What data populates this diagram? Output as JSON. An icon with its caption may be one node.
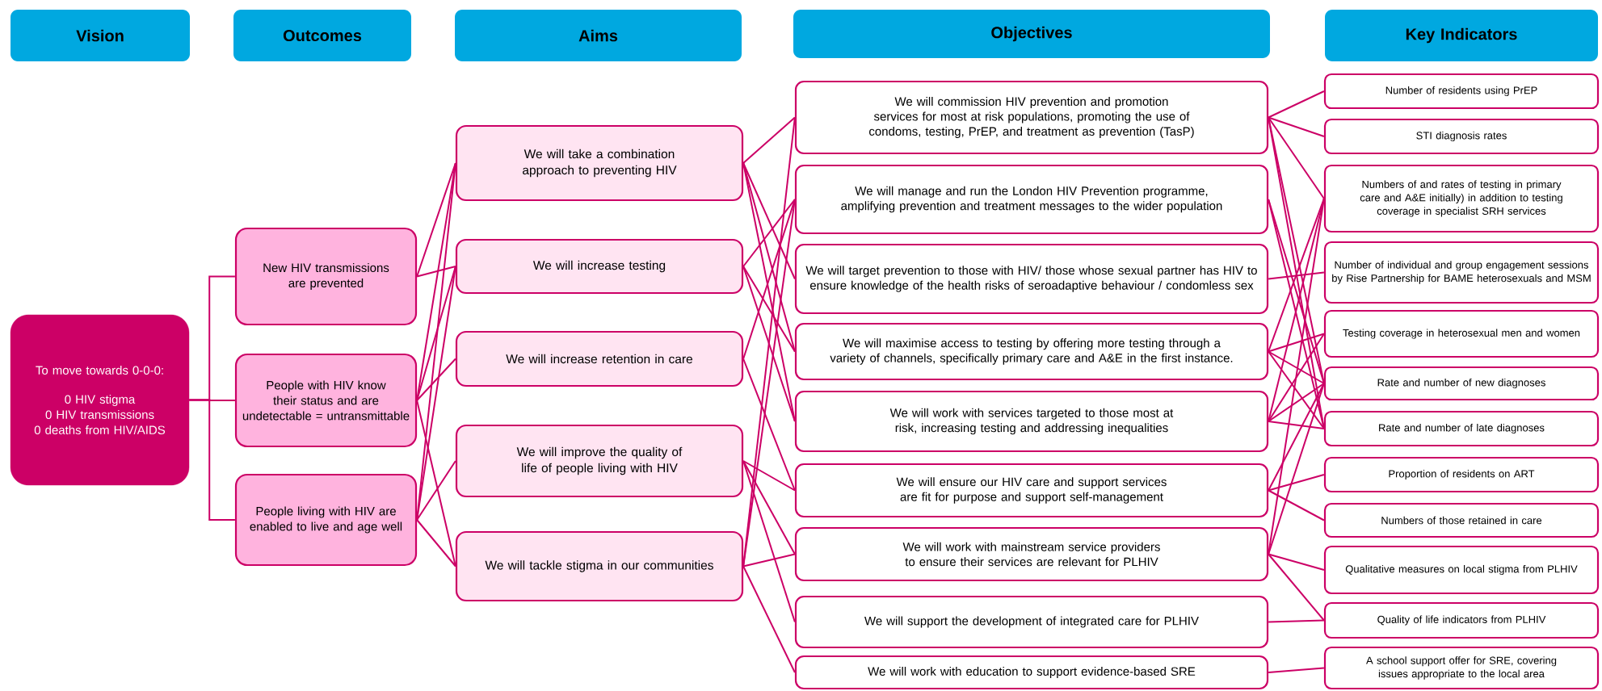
{
  "diagram": {
    "nodes": [
      {
        "text": [
          "Vision"
        ]
      },
      {
        "text": [
          "Outcomes"
        ]
      },
      {
        "text": [
          "Aims"
        ]
      },
      {
        "text": [
          "Objectives"
        ]
      },
      {
        "text": [
          "Key Indicators"
        ]
      },
      {
        "text": [
          "To move towards 0-0-0:",
          "0 HIV stigma",
          "0 HIV transmissions",
          "0 deaths from HIV/AIDS"
        ]
      },
      {
        "text": [
          "New HIV transmissions are prevented"
        ]
      },
      {
        "text": [
          "People with HIV know their status and are undetectable = untransmittable"
        ]
      },
      {
        "text": [
          "People living with HIV are enabled to live and age well"
        ]
      },
      {
        "text": [
          "We will take a combination approach to preventing HIV"
        ]
      },
      {
        "text": [
          "We will increase testing"
        ]
      },
      {
        "text": [
          "We will increase retention in care"
        ]
      },
      {
        "text": [
          "We will improve the quality of life of people living with HIV"
        ]
      },
      {
        "text": [
          "We will tackle stigma in our communities"
        ]
      },
      {
        "text": [
          "We will commission HIV prevention and promotion services for most at risk populations, promoting the use of condoms, testing, PrEP, and treatment as prevention (TasP)"
        ]
      },
      {
        "text": [
          "We will manage and run the London HIV Prevention programme, amplifying prevention and treatment messages to the wider population"
        ]
      },
      {
        "text": [
          "We will target prevention to those with HIV/ those whose sexual partner has HIV to ensure knowledge of the health risks of seroadaptive behaviour / condomless sex"
        ]
      },
      {
        "text": [
          "We will maximise access to testing by offering more testing through a variety of channels, specifically primary care and A&E in the first instance."
        ]
      },
      {
        "text": [
          "We will work with services targeted to those most at risk, increasing testing and addressing inequalities"
        ]
      },
      {
        "text": [
          "We will ensure our HIV care and support services are fit for purpose and support self-management"
        ]
      },
      {
        "text": [
          "We will work with mainstream service providers to ensure their services are relevant for PLHIV"
        ]
      },
      {
        "text": [
          "We will support the development of integrated care for PLHIV"
        ]
      },
      {
        "text": [
          "We will work with education to support evidence-based SRE"
        ]
      },
      {
        "text": [
          "Number of residents using PrEP"
        ]
      },
      {
        "text": [
          "STI diagnosis rates"
        ]
      },
      {
        "text": [
          "Numbers of and rates of testing in primary care and A&E initially) in addition to testing coverage in specialist SRH services"
        ]
      },
      {
        "text": [
          "Number of individual and group engagement sessions by Rise Partnership for BAME heterosexuals and MSM"
        ]
      },
      {
        "text": [
          "Testing coverage in heterosexual men and women"
        ]
      },
      {
        "text": [
          "Rate and number of new diagnoses"
        ]
      },
      {
        "text": [
          "Rate and number of late diagnoses"
        ]
      },
      {
        "text": [
          "Proportion of residents on ART"
        ]
      },
      {
        "text": [
          "Numbers of those retained in care"
        ]
      },
      {
        "text": [
          "Qualitative measures on local stigma from PLHIV"
        ]
      },
      {
        "text": [
          "Quality of life indicators from PLHIV"
        ]
      },
      {
        "text": [
          "A school support offer for SRE, covering issues appropriate to the local area"
        ]
      }
    ],
    "edges": [
      {
        "from": 5,
        "to": 6,
        "arrow": "none"
      },
      {
        "from": 5,
        "to": 7,
        "arrow": "none"
      },
      {
        "from": 5,
        "to": 8,
        "arrow": "none"
      },
      {
        "from": 6,
        "to": 9,
        "arrow": "none"
      },
      {
        "from": 6,
        "to": 10,
        "arrow": "none"
      },
      {
        "from": 7,
        "to": 9,
        "arrow": "none"
      },
      {
        "from": 7,
        "to": 10,
        "arrow": "none"
      },
      {
        "from": 7,
        "to": 11,
        "arrow": "none"
      },
      {
        "from": 7,
        "to": 13,
        "arrow": "none"
      },
      {
        "from": 8,
        "to": 9,
        "arrow": "none"
      },
      {
        "from": 8,
        "to": 10,
        "arrow": "none"
      },
      {
        "from": 8,
        "to": 12,
        "arrow": "none"
      },
      {
        "from": 8,
        "to": 13,
        "arrow": "none"
      },
      {
        "from": 9,
        "to": 14,
        "arrow": "none"
      },
      {
        "from": 9,
        "to": 16,
        "arrow": "none"
      },
      {
        "from": 9,
        "to": 17,
        "arrow": "none"
      },
      {
        "from": 9,
        "to": 18,
        "arrow": "none"
      },
      {
        "from": 10,
        "to": 15,
        "arrow": "none"
      },
      {
        "from": 10,
        "to": 17,
        "arrow": "none"
      },
      {
        "from": 10,
        "to": 18,
        "arrow": "none"
      },
      {
        "from": 11,
        "to": 15,
        "arrow": "none"
      },
      {
        "from": 11,
        "to": 19,
        "arrow": "none"
      },
      {
        "from": 12,
        "to": 19,
        "arrow": "none"
      },
      {
        "from": 12,
        "to": 20,
        "arrow": "none"
      },
      {
        "from": 12,
        "to": 21,
        "arrow": "none"
      },
      {
        "from": 13,
        "to": 14,
        "arrow": "none"
      },
      {
        "from": 13,
        "to": 15,
        "arrow": "none"
      },
      {
        "from": 13,
        "to": 20,
        "arrow": "none"
      },
      {
        "from": 13,
        "to": 22,
        "arrow": "none"
      },
      {
        "from": 14,
        "to": 23,
        "arrow": "none"
      },
      {
        "from": 14,
        "to": 24,
        "arrow": "none"
      },
      {
        "from": 14,
        "to": 25,
        "arrow": "none"
      },
      {
        "from": 14,
        "to": 28,
        "arrow": "none"
      },
      {
        "from": 14,
        "to": 29,
        "arrow": "none"
      },
      {
        "from": 15,
        "to": 28,
        "arrow": "none"
      },
      {
        "from": 15,
        "to": 29,
        "arrow": "none"
      },
      {
        "from": 16,
        "to": 26,
        "arrow": "none"
      },
      {
        "from": 17,
        "to": 25,
        "arrow": "none"
      },
      {
        "from": 17,
        "to": 27,
        "arrow": "none"
      },
      {
        "from": 17,
        "to": 28,
        "arrow": "none"
      },
      {
        "from": 17,
        "to": 29,
        "arrow": "none"
      },
      {
        "from": 18,
        "to": 25,
        "arrow": "none"
      },
      {
        "from": 18,
        "to": 27,
        "arrow": "none"
      },
      {
        "from": 18,
        "to": 28,
        "arrow": "none"
      },
      {
        "from": 18,
        "to": 29,
        "arrow": "none"
      },
      {
        "from": 19,
        "to": 28,
        "arrow": "none"
      },
      {
        "from": 19,
        "to": 30,
        "arrow": "none"
      },
      {
        "from": 19,
        "to": 31,
        "arrow": "none"
      },
      {
        "from": 20,
        "to": 25,
        "arrow": "none"
      },
      {
        "from": 20,
        "to": 28,
        "arrow": "none"
      },
      {
        "from": 20,
        "to": 32,
        "arrow": "none"
      },
      {
        "from": 20,
        "to": 33,
        "arrow": "none"
      },
      {
        "from": 21,
        "to": 33,
        "arrow": "none"
      },
      {
        "from": 22,
        "to": 34,
        "arrow": "none"
      }
    ]
  }
}
